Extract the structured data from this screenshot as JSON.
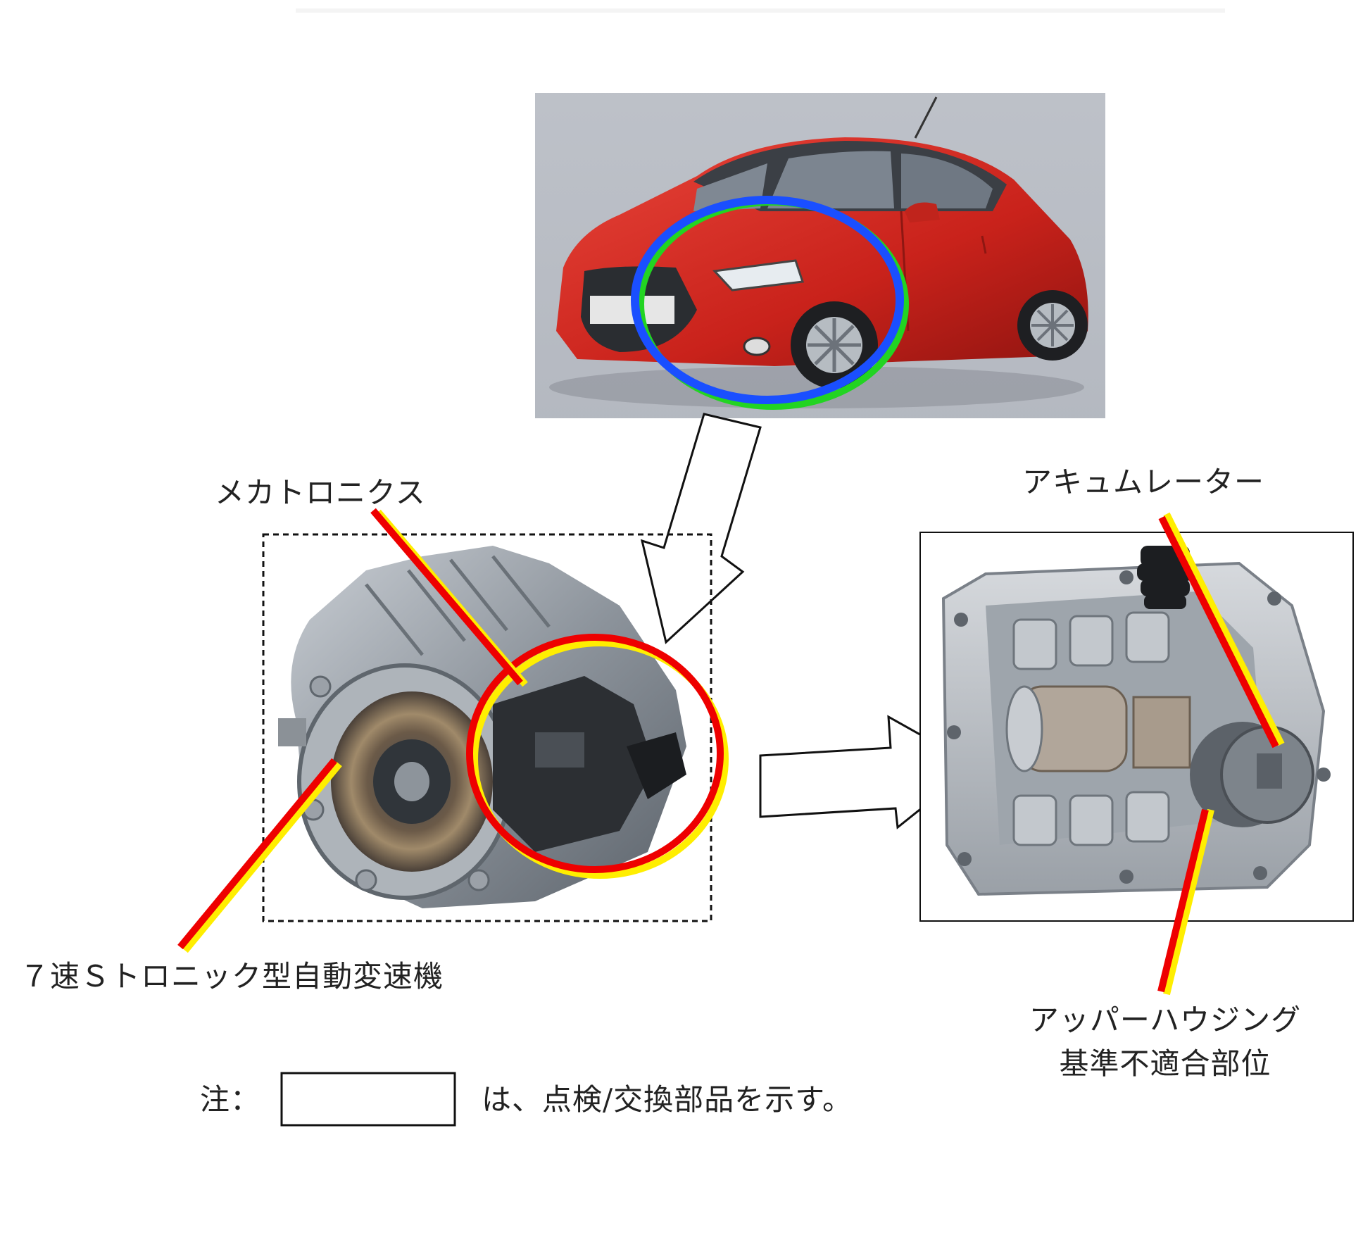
{
  "labels": {
    "mechatronics": "メカトロニクス",
    "accumulator": "アキュムレーター",
    "transmission": "７速Ｓトロニック型自動変速機",
    "upper_housing_line1": "アッパーハウジング",
    "upper_housing_line2": "基準不適合部位",
    "note_prefix": "注：",
    "note_text": "は、点検/交換部品を示す。"
  },
  "colors": {
    "car_body": "#d62b24",
    "car_background": "#b8bcc4",
    "highlight_blue": "#1a4fff",
    "highlight_green": "#22d422",
    "callout_red": "#ee0000",
    "callout_yellow": "#ffee00",
    "metal_gray": "#8a9098"
  },
  "icons": {
    "car_photo": "red-hatchback-car",
    "transmission_photo": "7-speed-gearbox",
    "mechatronics_photo": "mechatronics-valve-body",
    "down_arrow": "hollow-arrow-down",
    "right_arrow": "hollow-arrow-right"
  }
}
